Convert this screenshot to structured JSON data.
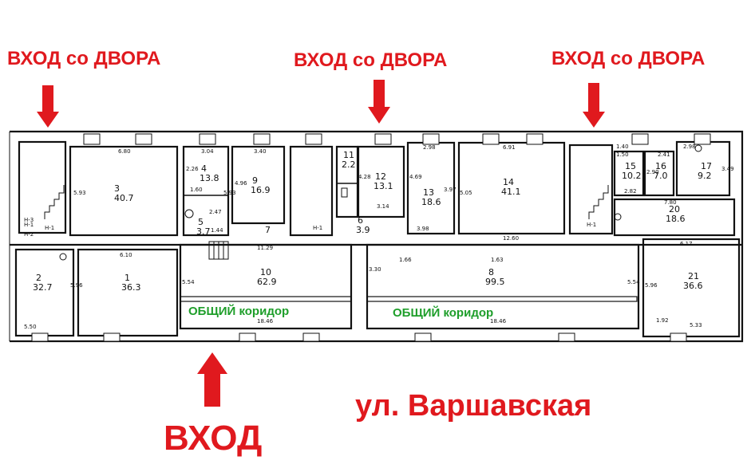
{
  "labels": {
    "yard_entrance_1": "ВХОД со ДВОРА",
    "yard_entrance_2": "ВХОД со ДВОРА",
    "yard_entrance_3": "ВХОД со ДВОРА",
    "main_entrance": "ВХОД",
    "street": "ул. Варшавская",
    "corridor_1": "ОБЩИЙ коридор",
    "corridor_2": "ОБЩИЙ коридор"
  },
  "colors": {
    "entrance_red": "#e0191e",
    "corridor_green": "#1e9e2a",
    "wall": "#111111",
    "plan_background": "#ffffff"
  },
  "plan": {
    "rooms": {
      "r3": "3",
      "r3_area": "40.7",
      "r4": "4",
      "r4_area": "13.8",
      "r9": "9",
      "r9_area": "16.9",
      "r12": "12",
      "r12_area": "13.1",
      "r13": "13",
      "r13_area": "18.6",
      "r14": "14",
      "r14_area": "41.1",
      "r5": "5",
      "r5_area": "3.7",
      "r6": "6",
      "r6_area": "3.9",
      "r7": "7",
      "r11": "11",
      "r11_area": "2.2",
      "r15": "15",
      "r15_area": "10.2",
      "r16": "16",
      "r16_area": "7.0",
      "r17": "17",
      "r17_area": "9.2",
      "r20": "20",
      "r20_area": "18.6",
      "r21": "21",
      "r21_area": "36.6",
      "r8": "8",
      "r8_area": "99.5",
      "r10": "10",
      "r10_area": "62.9",
      "r1": "1",
      "r1_area": "36.3",
      "r2": "2",
      "r2_area": "32.7"
    },
    "dimensions": {
      "d680": "6.80",
      "d304": "3.04",
      "d340": "3.40",
      "d298": "2.98",
      "d691": "6.91",
      "d593": "5.93",
      "d593b": "5.93",
      "d496": "4.96",
      "d226": "2.26",
      "d428": "4.28",
      "d469": "4.69",
      "d397": "3.97",
      "d505": "5.05",
      "d160": "1.60",
      "d247": "2.47",
      "d144": "1.44",
      "d314": "3.14",
      "d398": "3.98",
      "d1260": "12.60",
      "d1129": "11.29",
      "d166": "1.66",
      "d163": "1.63",
      "d610": "6.10",
      "d617": "6.17",
      "d554": "5.54",
      "d554b": "5.54",
      "d596": "5.96",
      "d596b": "5.96",
      "d330": "3.30",
      "d550": "5.50",
      "d533": "5.33",
      "d192": "1.92",
      "d1846": "18.46",
      "d1846b": "18.46",
      "d780": "7.80",
      "d282": "2.82",
      "d349": "3.49",
      "d298b": "2.98",
      "d290": "2.90",
      "d140": "1.40",
      "d150": "1.50",
      "d241": "2.41"
    },
    "tags": {
      "h1a": "Н-1",
      "h1b": "Н-1",
      "h1c": "Н-1",
      "h1d": "Н-1",
      "h3": "Н-3",
      "h2": "Н-2"
    }
  }
}
